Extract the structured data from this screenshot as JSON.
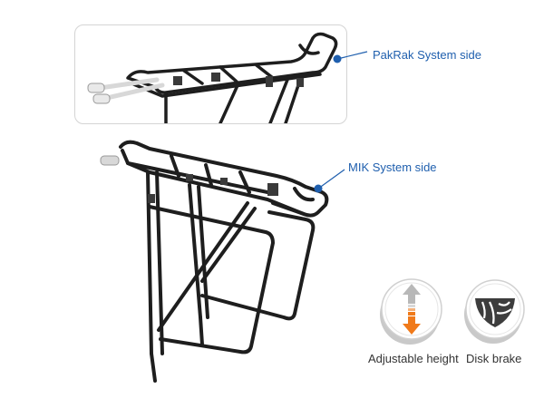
{
  "callouts": {
    "pakrak": {
      "label": "PakRak System side"
    },
    "mik": {
      "label": "MIK System side"
    }
  },
  "features": [
    {
      "icon": "adjustable-height-icon",
      "label": "Adjustable height"
    },
    {
      "icon": "disk-brake-icon",
      "label": "Disk brake"
    }
  ],
  "colors": {
    "callout_blue": "#1f5fae",
    "arrow_orange": "#f07a1a",
    "arrow_gray": "#b8b8b8",
    "rack_black": "#1e1e1e"
  }
}
